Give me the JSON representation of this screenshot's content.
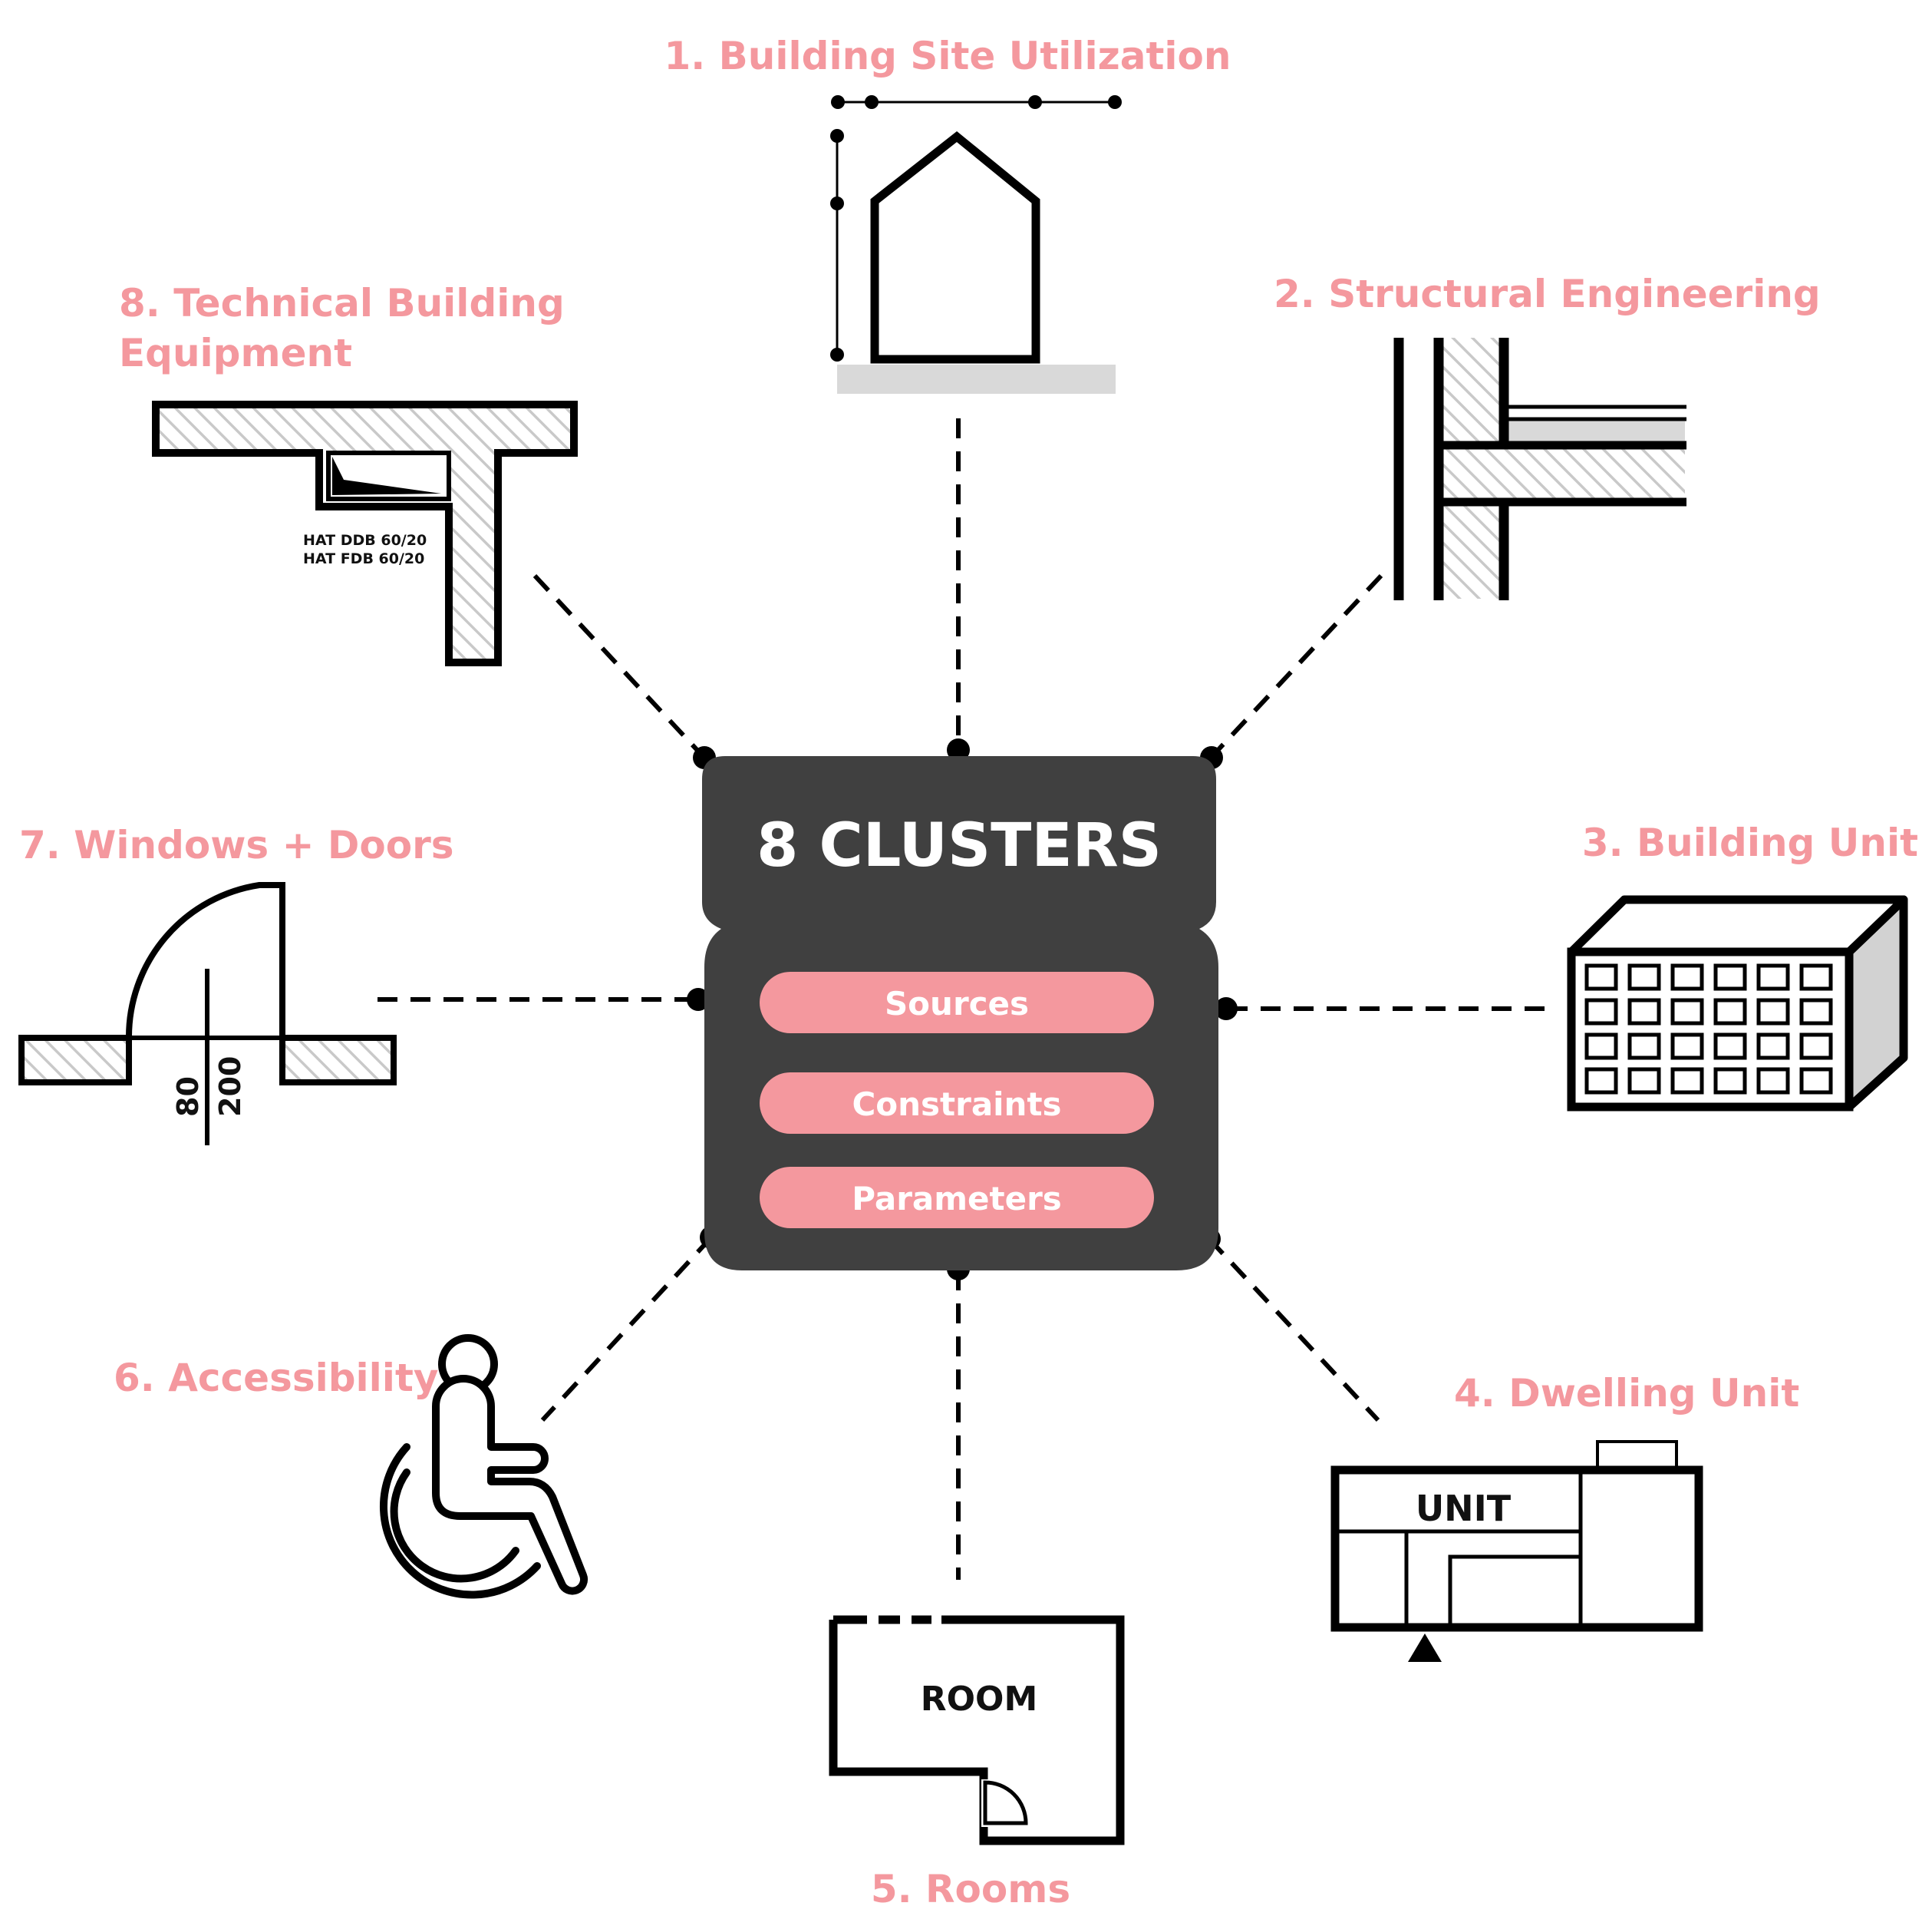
{
  "center": {
    "title": "8 CLUSTERS",
    "pills": [
      "Sources",
      "Constraints",
      "Parameters"
    ]
  },
  "clusters": [
    {
      "label": "1. Building Site Utilization"
    },
    {
      "label": "2. Structural Engineering"
    },
    {
      "label": "3. Building Unit"
    },
    {
      "label": "4. Dwelling Unit",
      "icon_text": "UNIT"
    },
    {
      "label": "5. Rooms",
      "icon_text": "ROOM"
    },
    {
      "label": "6. Accessibility"
    },
    {
      "label": "7. Windows + Doors",
      "dims": [
        "80",
        "200"
      ]
    },
    {
      "label_lines": [
        "8. Technical Building",
        "Equipment"
      ],
      "notes": [
        "HAT DDB 60/20",
        "HAT FDB 60/20"
      ]
    }
  ],
  "colors": {
    "accent": "#f4989e",
    "panel": "#404040",
    "hatch": "#c9c9c9",
    "ground": "#d9d9d9"
  }
}
